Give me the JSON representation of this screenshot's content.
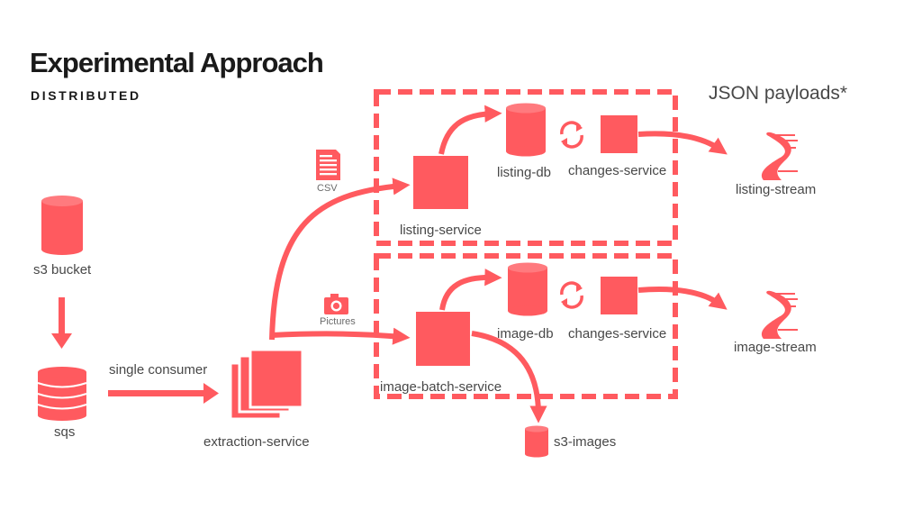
{
  "slide": {
    "title": "Experimental Approach",
    "subtitle": "DISTRIBUTED",
    "note": "JSON  payloads*"
  },
  "colors": {
    "accent": "#FF5A5F",
    "text": "#484848",
    "heading": "#1a1a1a"
  },
  "nodes": {
    "s3_bucket": {
      "label": "s3 bucket",
      "icon": "database-icon"
    },
    "sqs": {
      "label": "sqs",
      "icon": "stacked-disks-icon"
    },
    "single_consumer": {
      "label": "single consumer"
    },
    "extraction_service": {
      "label": "extraction-service",
      "icon": "stacked-boxes-icon"
    },
    "csv": {
      "label": "CSV",
      "icon": "document-icon"
    },
    "pictures": {
      "label": "Pictures",
      "icon": "camera-icon"
    },
    "listing_service": {
      "label": "listing-service"
    },
    "listing_db": {
      "label": "listing-db",
      "icon": "database-icon"
    },
    "listing_changes_service": {
      "label": "changes-service"
    },
    "listing_stream": {
      "label": "listing-stream",
      "icon": "stream-icon"
    },
    "image_batch_service": {
      "label": "image-batch-service"
    },
    "image_db": {
      "label": "image-db",
      "icon": "database-icon"
    },
    "image_changes_service": {
      "label": "changes-service"
    },
    "image_stream": {
      "label": "image-stream",
      "icon": "stream-icon"
    },
    "s3_images": {
      "label": "s3-images",
      "icon": "database-icon"
    }
  }
}
